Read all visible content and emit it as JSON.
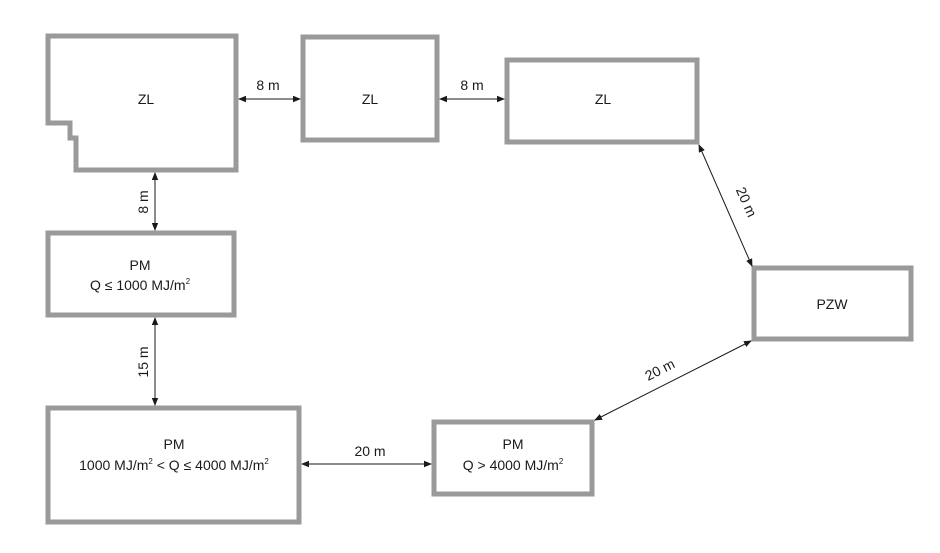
{
  "buildings": {
    "zl_1": {
      "label": "ZL"
    },
    "zl_2": {
      "label": "ZL"
    },
    "zl_3": {
      "label": "ZL"
    },
    "pm_low": {
      "line1": "PM",
      "line2_a": "Q ≤ 1000 MJ/m",
      "line2_sup": "2"
    },
    "pm_mid": {
      "line1": "PM",
      "line2_a": "1000 MJ/m",
      "line2_sup1": "2",
      "line2_b": " < Q ≤ 4000 MJ/m",
      "line2_sup2": "2"
    },
    "pm_high": {
      "line1": "PM",
      "line2_a": "Q > 4000 MJ/m",
      "line2_sup": "2"
    },
    "pzw": {
      "label": "PZW"
    }
  },
  "distances": {
    "zl1_zl2": "8 m",
    "zl2_zl3": "8 m",
    "zl1_pm_low": "8 m",
    "pm_low_pm_mid": "15 m",
    "pm_mid_pm_high": "20 m",
    "pm_high_pzw": "20 m",
    "zl3_pzw": "20 m"
  }
}
